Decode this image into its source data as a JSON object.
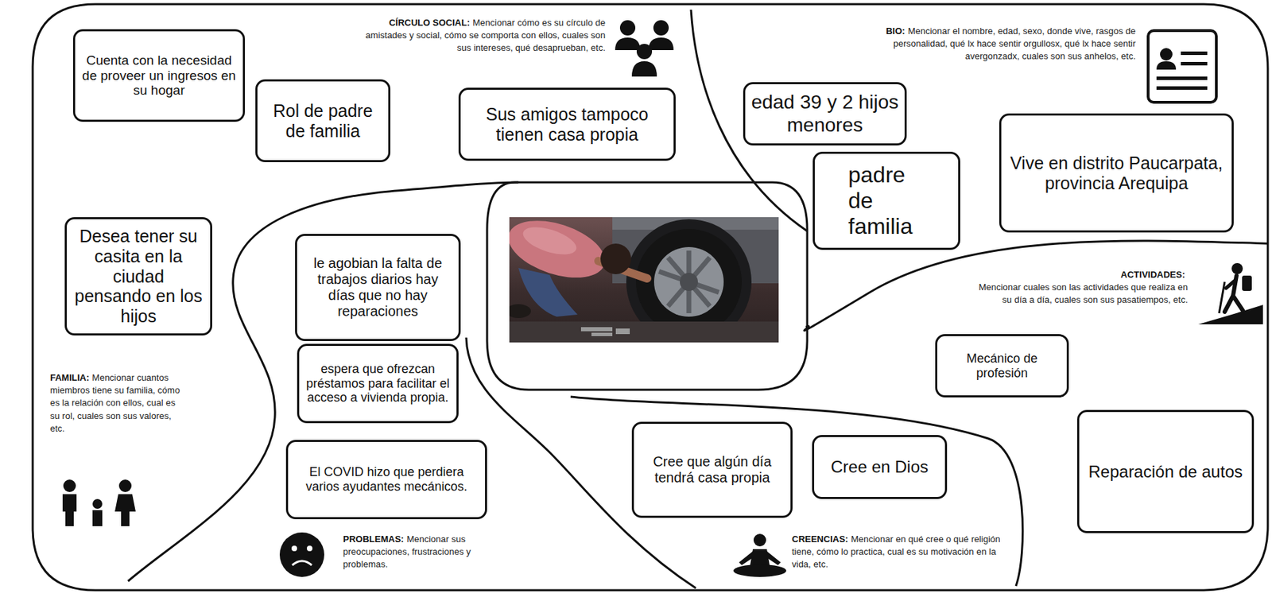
{
  "diagram": {
    "nodes": [
      {
        "text": [
          "Cuenta con la necesidad de proveer un ingresos en su hogar"
        ]
      },
      {
        "text": [
          "Rol de padre de familia"
        ]
      },
      {
        "text": [
          "Sus amigos tampoco tienen casa propia"
        ]
      },
      {
        "text": [
          "edad 39 y 2 hijos menores"
        ]
      },
      {
        "text": [
          "padre de familia"
        ]
      },
      {
        "text": [
          "Vive en distrito Paucarpata, provincia Arequipa"
        ]
      },
      {
        "text": [
          "Desea tener su casita en la ciudad pensando en los hijos"
        ]
      },
      {
        "text": [
          "le agobian la falta de trabajos diarios hay días que no hay reparaciones"
        ]
      },
      {
        "text": [
          "espera que ofrezcan préstamos para facilitar el acceso a vivienda propia."
        ]
      },
      {
        "text": [
          "Mecánico de profesión"
        ]
      },
      {
        "text": [
          "El COVID hizo que perdiera varios ayudantes mecánicos."
        ]
      },
      {
        "text": [
          "Cree que algún día tendrá casa propia"
        ]
      },
      {
        "text": [
          "Cree en Dios"
        ]
      },
      {
        "text": [
          "Reparación de autos"
        ]
      }
    ],
    "labels": [
      "CÍRCULO SOCIAL:",
      "Mencionar cómo es su círculo de amistades y social, cómo se comporta con ellos, cuales son sus intereses, qué desaprueban, etc.",
      "BIO:",
      "Mencionar el nombre, edad, sexo, donde vive, rasgos de personalidad, qué lx hace sentir orgullosx, qué lx hace sentir avergonzadx, cuales son sus anhelos, etc.",
      "ACTIVIDADES:",
      "Mencionar cuales son las actividades que realiza en su día a día, cuales son sus pasatiempos, etc.",
      "FAMILIA:",
      "Mencionar cuantos miembros tiene su familia, cómo es la relación con ellos, cual es su rol, cuales son sus valores, etc.",
      "PROBLEMAS:",
      "Mencionar sus preocupaciones, frustraciones y problemas.",
      "CREENCIAS:",
      "Mencionar en qué cree o qué religión tiene, cómo lo practica, cual es su motivación en la vida, etc."
    ]
  }
}
